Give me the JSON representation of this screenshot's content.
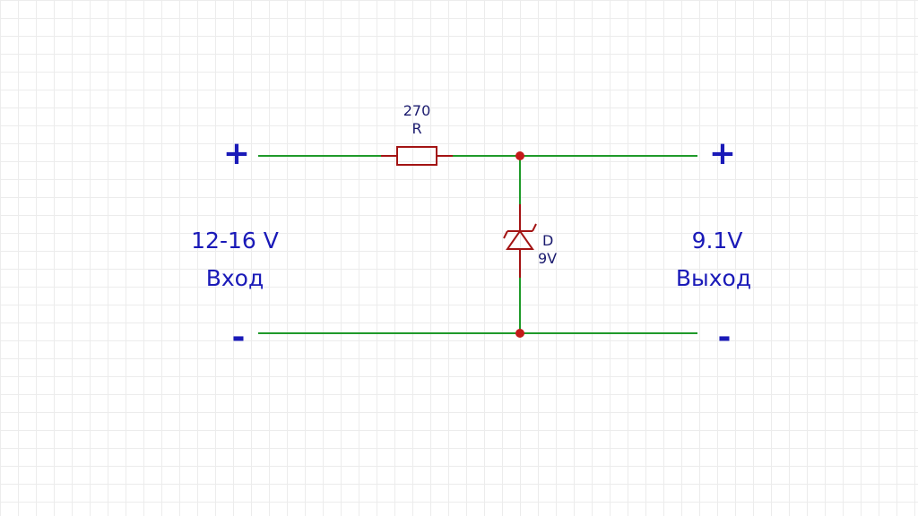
{
  "diagram": {
    "input": {
      "plus": "+",
      "minus": "-",
      "voltage": "12-16 V",
      "label": "Вход"
    },
    "output": {
      "plus": "+",
      "minus": "-",
      "voltage": "9.1V",
      "label": "Выход"
    },
    "resistor": {
      "value": "270",
      "designator": "R"
    },
    "zener": {
      "designator": "D",
      "value": "9V"
    },
    "colors": {
      "wire": "#1f9a2a",
      "component": "#a31414",
      "junction": "#c41a1a",
      "text": "#1a1ab8"
    }
  }
}
